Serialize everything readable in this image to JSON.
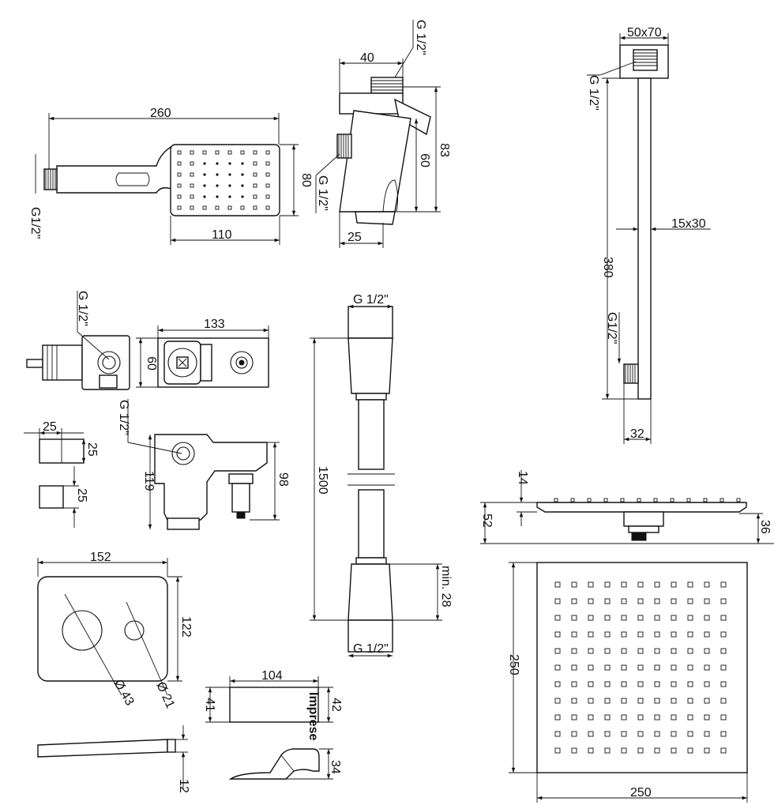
{
  "handshower": {
    "length": "260",
    "height": "80",
    "head_width": "110",
    "thread": "G1/2\""
  },
  "wall_elbow": {
    "width": "40",
    "height_total": "83",
    "height_body": "60",
    "outlet": "25",
    "thread_top": "G 1/2\"",
    "thread_side": "G 1/2\""
  },
  "shower_arm": {
    "flange": "50x70",
    "thread_top": "G 1/2\"",
    "profile": "15x30",
    "length": "380",
    "thread_bottom": "G1/2\"",
    "depth": "32"
  },
  "mixer_body": {
    "thread": "G 1/2\"",
    "width": "133",
    "height": "60"
  },
  "spacer": {
    "top_width": "25",
    "top_height": "25",
    "bottom_height": "25"
  },
  "mixer_side": {
    "thread": "G 1/2\"",
    "height_left": "119",
    "height_right": "98"
  },
  "hose": {
    "thread_top": "G 1/2\"",
    "length": "1500",
    "min_label": "min. 28",
    "thread_bottom": "G 1/2\""
  },
  "overhead": {
    "plate_thickness": "14",
    "total_height": "52",
    "connector": "36",
    "side": "250",
    "bottom": "250"
  },
  "cover_plate": {
    "width": "152",
    "height": "122",
    "big_hole": "Ø 43",
    "small_hole": "Ø 21",
    "thickness": "12"
  },
  "spout": {
    "width": "104",
    "height_left": "41",
    "height_right": "42",
    "side_height": "34",
    "brand": "Imprese"
  }
}
